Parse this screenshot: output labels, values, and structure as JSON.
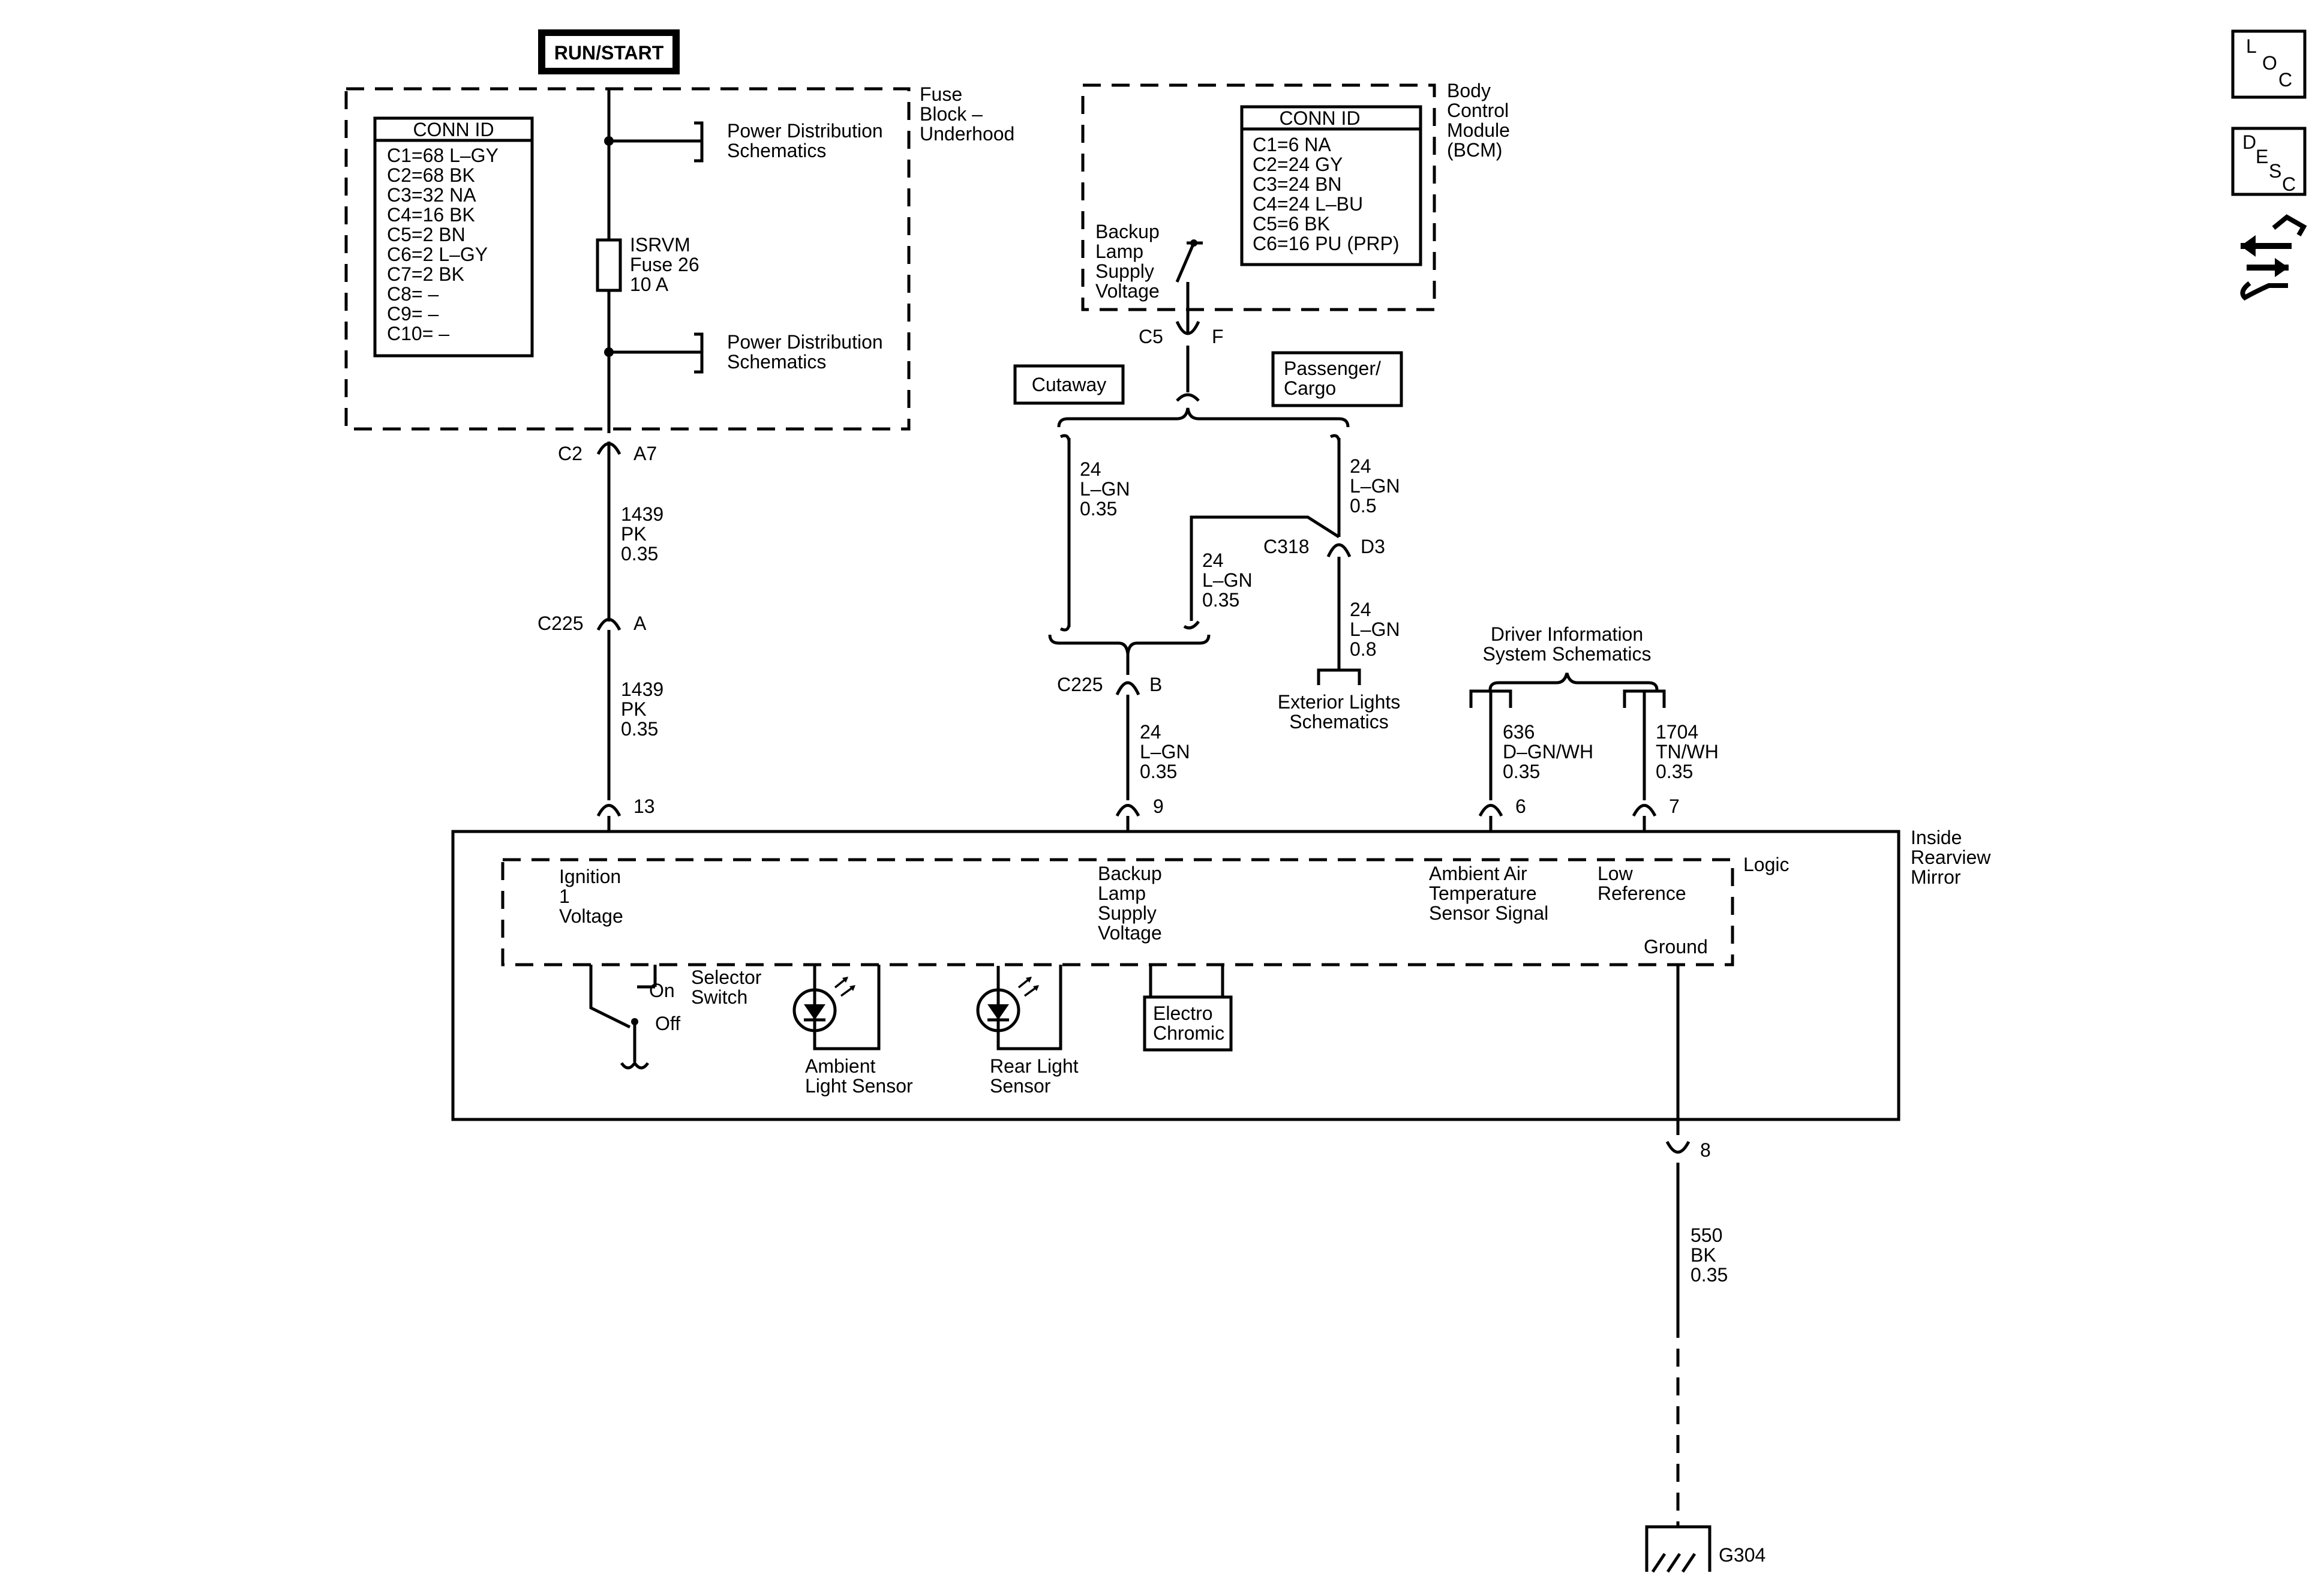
{
  "power": {
    "run_start": "RUN/START"
  },
  "fuse_block": {
    "title": [
      "Fuse",
      "Block –",
      "Underhood"
    ],
    "conn_header": "CONN ID",
    "conns": [
      "C1=68 L–GY",
      "C2=68 BK",
      "C3=32 NA",
      "C4=16 BK",
      "C5=2 BN",
      "C6=2 L–GY",
      "C7=2 BK",
      "C8= –",
      "C9= –",
      "C10= –"
    ],
    "pd1": [
      "Power Distribution",
      "Schematics"
    ],
    "pd2": [
      "Power Distribution",
      "Schematics"
    ],
    "fuse": [
      "ISRVM",
      "Fuse 26",
      "10 A"
    ]
  },
  "bcm": {
    "title": [
      "Body",
      "Control",
      "Module",
      "(BCM)"
    ],
    "conn_header": "CONN ID",
    "conns": [
      "C1=6 NA",
      "C2=24 GY",
      "C3=24 BN",
      "C4=24 L–BU",
      "C5=6 BK",
      "C6=16 PU (PRP)"
    ],
    "backup": [
      "Backup",
      "Lamp",
      "Supply",
      "Voltage"
    ]
  },
  "connectors": {
    "c2": "C2",
    "a7": "A7",
    "c225a": "C225",
    "a": "A",
    "c5": "C5",
    "f": "F",
    "c318": "C318",
    "d3": "D3",
    "c225b": "C225",
    "b": "B",
    "p13": "13",
    "p9": "9",
    "p6": "6",
    "p7": "7",
    "p8": "8"
  },
  "wires": {
    "w1": [
      "1439",
      "PK",
      "0.35"
    ],
    "w2": [
      "1439",
      "PK",
      "0.35"
    ],
    "w3": [
      "24",
      "L–GN",
      "0.35"
    ],
    "w4": [
      "24",
      "L–GN",
      "0.5"
    ],
    "w5": [
      "24",
      "L–GN",
      "0.35"
    ],
    "w6": [
      "24",
      "L–GN",
      "0.8"
    ],
    "w7": [
      "24",
      "L–GN",
      "0.35"
    ],
    "w8": [
      "636",
      "D–GN/WH",
      "0.35"
    ],
    "w9": [
      "1704",
      "TN/WH",
      "0.35"
    ],
    "w10": [
      "550",
      "BK",
      "0.35"
    ]
  },
  "options": {
    "cutaway": "Cutaway",
    "passenger": [
      "Passenger/",
      "Cargo"
    ]
  },
  "refs": {
    "exterior": [
      "Exterior Lights",
      "Schematics"
    ],
    "driver_info": [
      "Driver Information",
      "System Schematics"
    ]
  },
  "mirror": {
    "title": [
      "Inside",
      "Rearview",
      "Mirror"
    ],
    "logic": "Logic",
    "ignition": [
      "Ignition",
      "1",
      "Voltage"
    ],
    "backup": [
      "Backup",
      "Lamp",
      "Supply",
      "Voltage"
    ],
    "ambient_air": [
      "Ambient Air",
      "Temperature",
      "Sensor Signal"
    ],
    "low_ref": [
      "Low",
      "Reference"
    ],
    "ground": "Ground",
    "selector": [
      "Selector",
      "Switch"
    ],
    "on": "On",
    "off": "Off",
    "ambient_light": [
      "Ambient",
      "Light Sensor"
    ],
    "rear_light": [
      "Rear Light",
      "Sensor"
    ],
    "electro": [
      "Electro",
      "Chromic"
    ]
  },
  "ground": "G304",
  "side_icons": {
    "loc": [
      "L",
      "O",
      "C"
    ],
    "desc": [
      "D",
      "E",
      "S",
      "C"
    ],
    "nav_icon": "arrows-icon"
  }
}
